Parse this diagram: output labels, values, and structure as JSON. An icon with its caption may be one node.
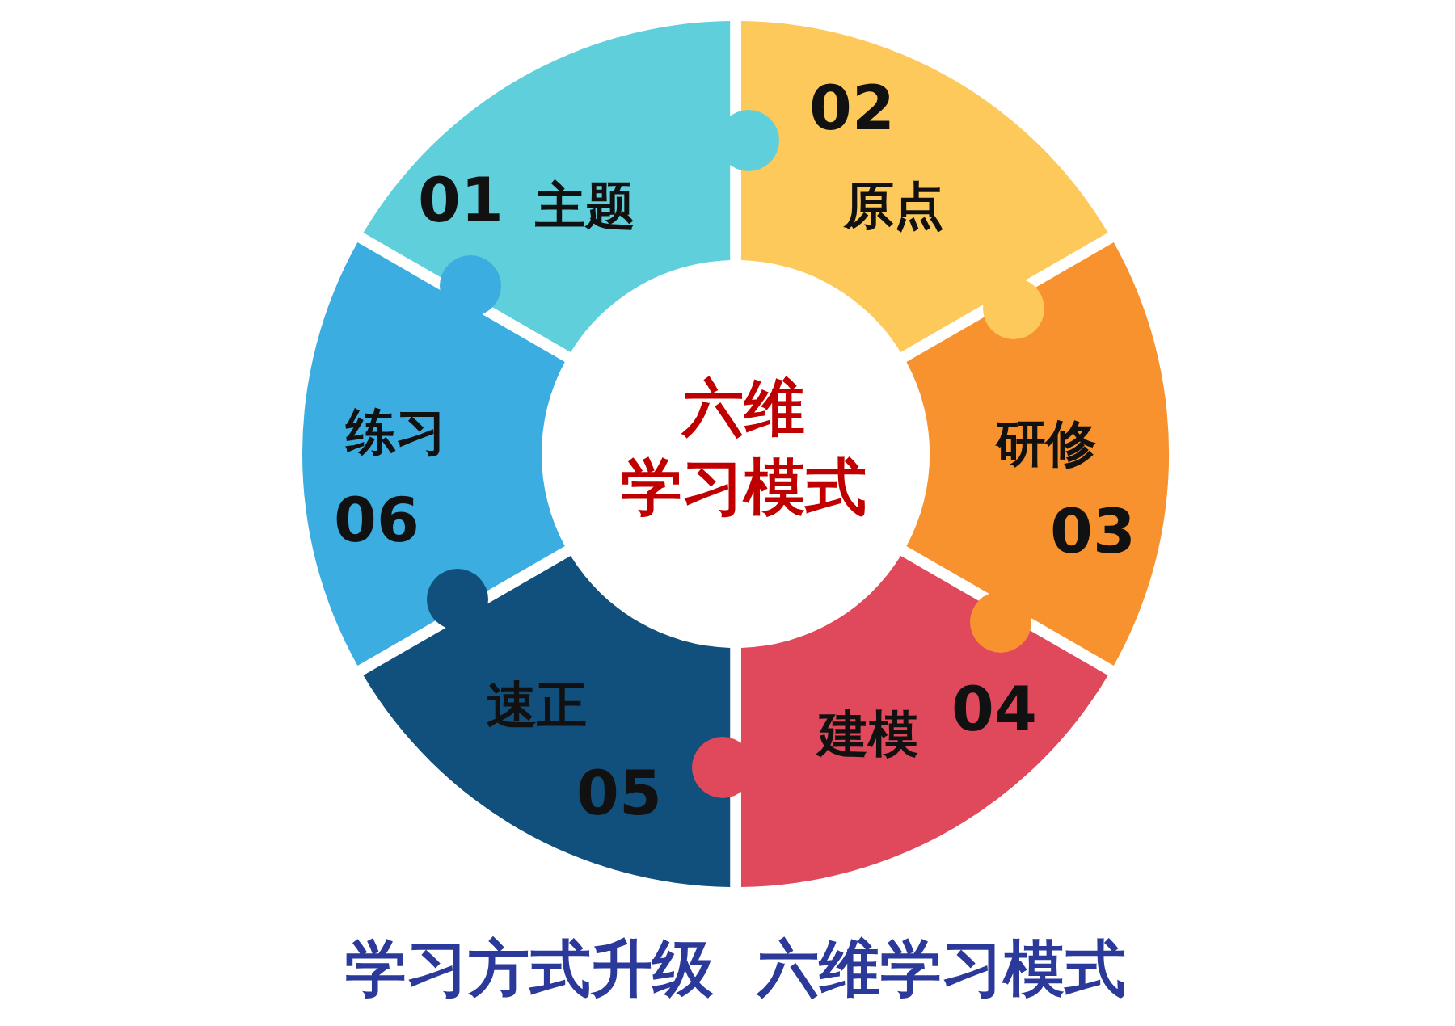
{
  "diagram": {
    "title": "学习方式升级 六维学习模式",
    "nodes": [
      {
        "text": [
          "01",
          "主题"
        ]
      },
      {
        "text": [
          "02",
          "原点"
        ]
      },
      {
        "text": [
          "研修",
          "03"
        ]
      },
      {
        "text": [
          "04",
          "建模"
        ]
      },
      {
        "text": [
          "速正",
          "05"
        ]
      },
      {
        "text": [
          "练习",
          "06"
        ]
      }
    ],
    "labels": [
      "六维学习模式"
    ]
  }
}
